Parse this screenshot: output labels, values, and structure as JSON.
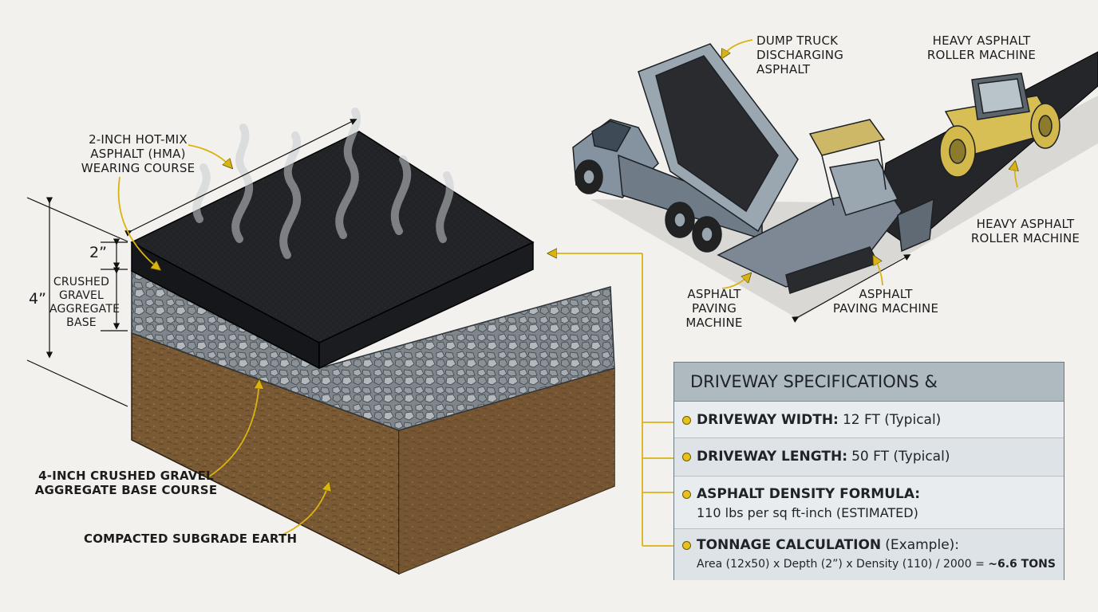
{
  "labels": {
    "hma": [
      "2-INCH HOT-MIX",
      "ASPHALT (HMA)",
      "WEARING COURSE"
    ],
    "crushed_side": [
      "CRUSHED",
      "GRAVEL",
      "AGGREGATE",
      "BASE"
    ],
    "base_course": [
      "4-INCH CRUSHED GRAVEL",
      "AGGREGATE BASE COURSE"
    ],
    "subgrade": "COMPACTED SUBGRADE EARTH",
    "dump_truck": [
      "DUMP TRUCK",
      "DISCHARGING",
      "ASPHALT"
    ],
    "roller_top": [
      "HEAVY ASPHALT",
      "ROLLER MACHINE"
    ],
    "roller_side": [
      "HEAVY ASPHALT",
      "ROLLER MACHINE"
    ],
    "paver_left": [
      "ASPHALT",
      "PAVING MACHINE"
    ],
    "paver_right": [
      "ASPHALT",
      "PAVING MACHINE"
    ]
  },
  "dimensions": {
    "asphalt_thickness": "2”",
    "total_thickness": "4”"
  },
  "specs": {
    "title": "DRIVEWAY SPECIFICATIONS & CALCULATIONS",
    "width_key": "DRIVEWAY WIDTH:",
    "width_value": "12 FT (Typical)",
    "length_key": "DRIVEWAY LENGTH:",
    "length_value": "50 FT (Typical)",
    "density_key": "ASPHALT DENSITY FORMULA:",
    "density_value": "110 lbs per sq ft-inch (ESTIMATED)",
    "tonnage_key": "TONNAGE CALCULATION",
    "tonnage_note": "(Example):",
    "tonnage_formula": "Area (12x50) x Depth (2”) x Density (110) / 2000 =",
    "tonnage_result": "~6.6 TONS"
  },
  "colors": {
    "asphalt": "#1e1f21",
    "gravel": "#7b8186",
    "earth": "#7a5a34",
    "accent": "#e8c21a",
    "panel": "#dfe4e7",
    "panel_header": "#aeb9c0"
  }
}
